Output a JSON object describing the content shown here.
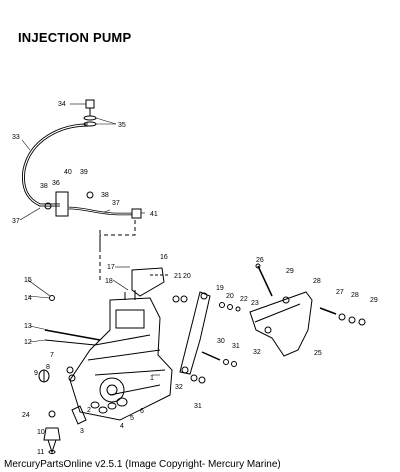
{
  "title": "INJECTION PUMP",
  "footer": "MercuryPartsOnline v2.5.1 (Image Copyright- Mercury Marine)",
  "callouts": [
    "1",
    "2",
    "3",
    "4",
    "5",
    "6",
    "7",
    "8",
    "9",
    "10",
    "11",
    "12",
    "13",
    "14",
    "15",
    "16",
    "17",
    "18",
    "19",
    "20",
    "21",
    "22",
    "23",
    "24",
    "25",
    "26",
    "27",
    "28",
    "29",
    "30",
    "31",
    "32",
    "33",
    "34",
    "35",
    "36",
    "37",
    "38",
    "39",
    "40",
    "41"
  ]
}
